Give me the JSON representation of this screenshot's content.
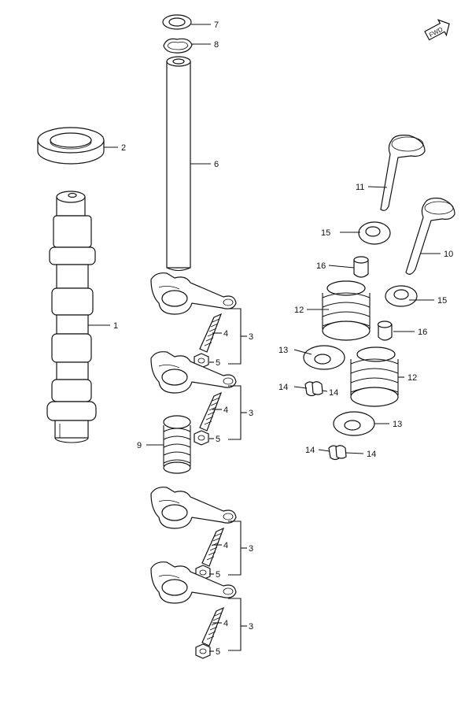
{
  "diagram": {
    "fwd_label": "FWD",
    "callouts": {
      "c1": "1",
      "c2": "2",
      "c3a": "3",
      "c3b": "3",
      "c3c": "3",
      "c3d": "3",
      "c4a": "4",
      "c4b": "4",
      "c4c": "4",
      "c4d": "4",
      "c5a": "5",
      "c5b": "5",
      "c5c": "5",
      "c5d": "5",
      "c6": "6",
      "c7": "7",
      "c8": "8",
      "c9": "9",
      "c10": "10",
      "c11": "11",
      "c12a": "12",
      "c12b": "12",
      "c13a": "13",
      "c13b": "13",
      "c14a": "14",
      "c14b": "14",
      "c14c": "14",
      "c14d": "14",
      "c15a": "15",
      "c15b": "15",
      "c16a": "16",
      "c16b": "16"
    }
  }
}
